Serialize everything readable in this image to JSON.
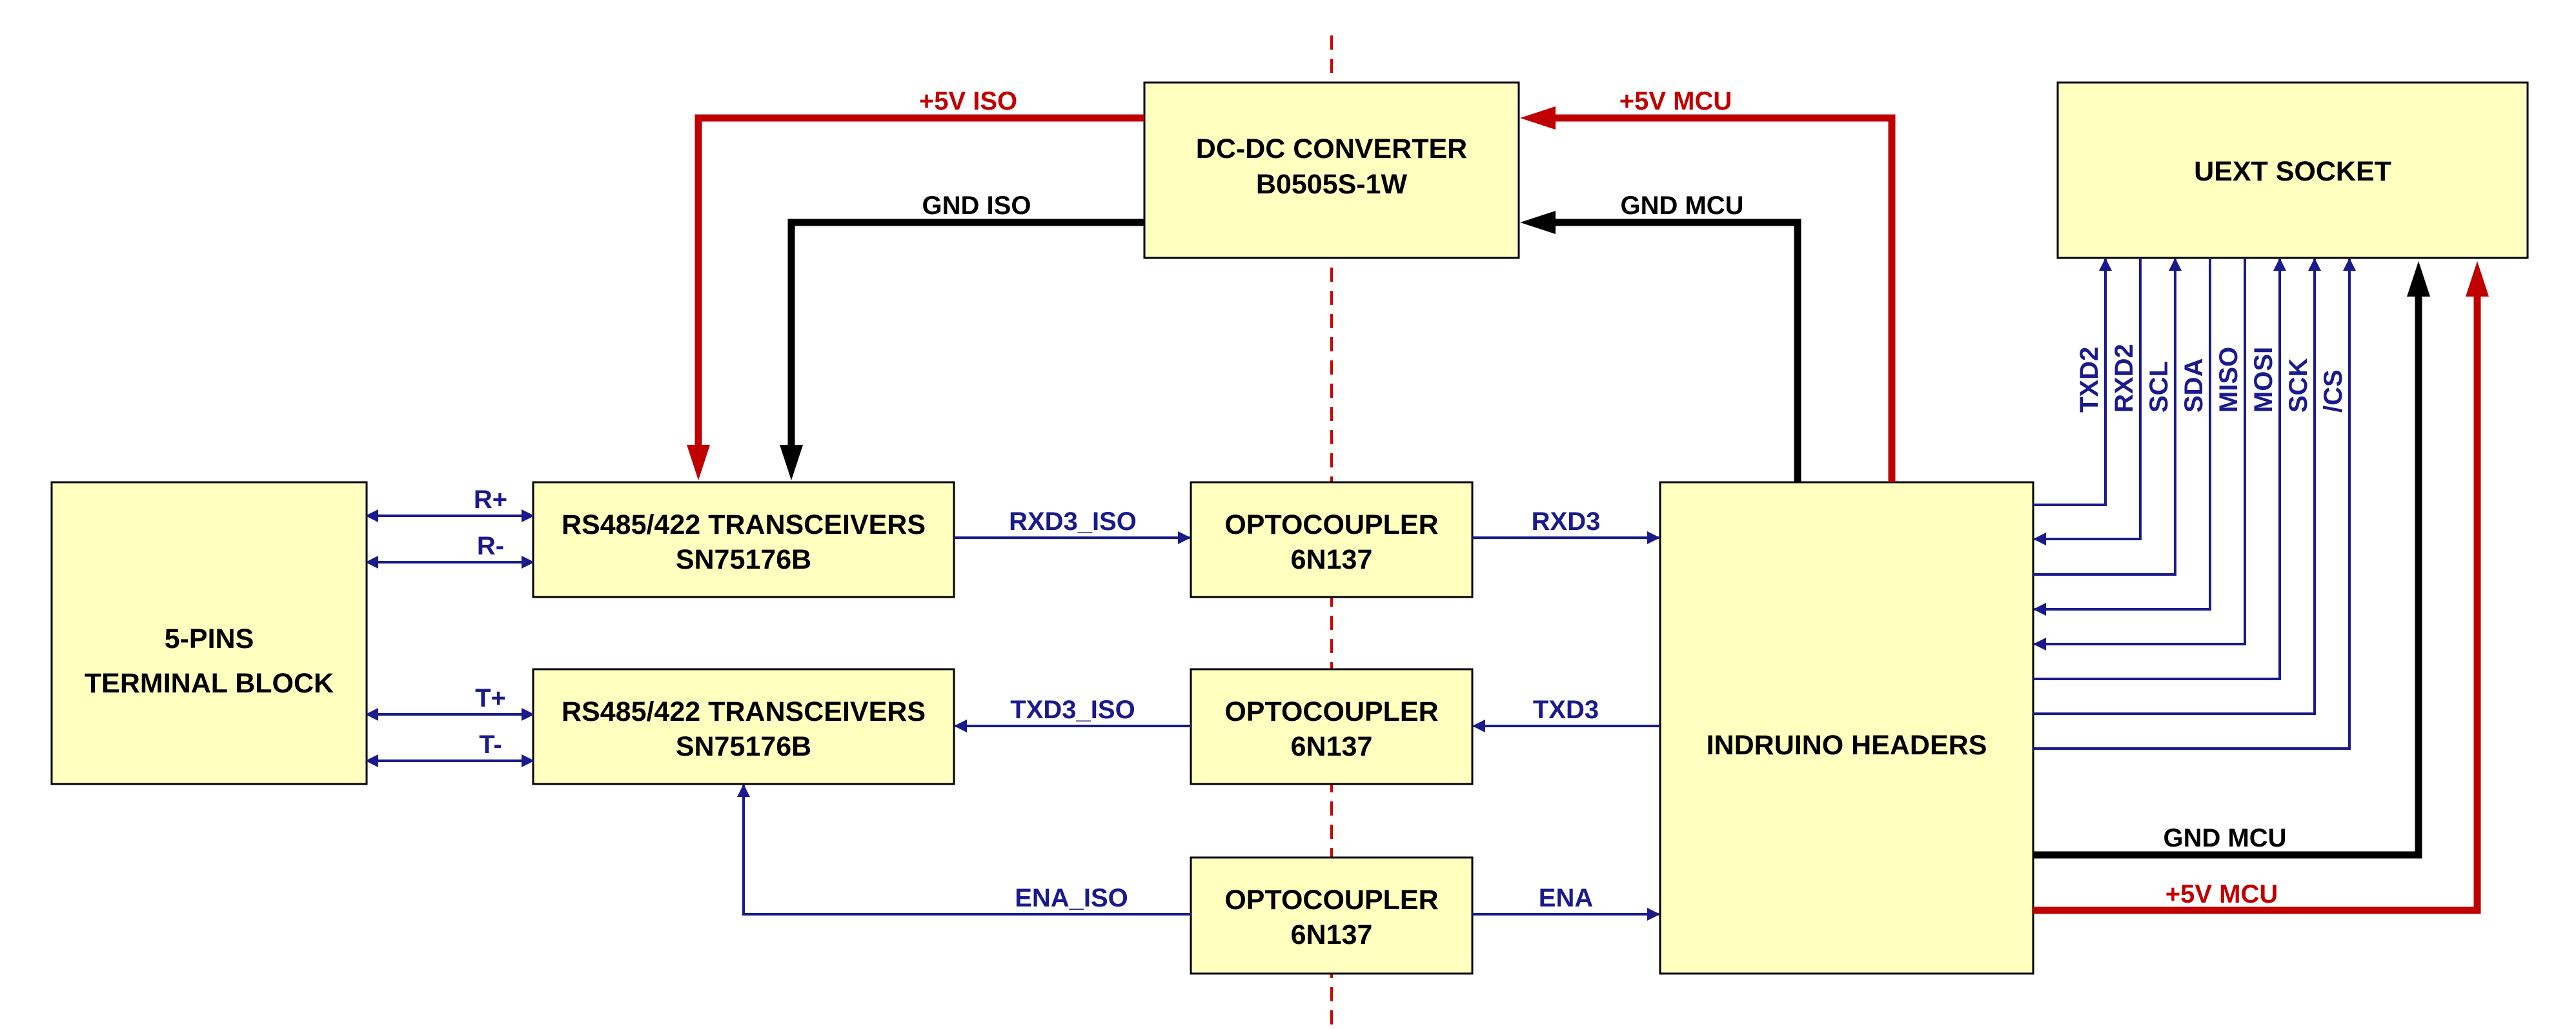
{
  "colors": {
    "signal": "#1a1a8c",
    "power_red": "#c00000",
    "ground_black": "#000000",
    "box_fill": "#ffffc0",
    "isolation_line": "#d00000"
  },
  "blocks": {
    "terminal_block": {
      "line1": "5-PINS",
      "line2": "TERMINAL BLOCK"
    },
    "transceiver_1": {
      "line1": "RS485/422 TRANSCEIVERS",
      "line2": "SN75176B"
    },
    "transceiver_2": {
      "line1": "RS485/422 TRANSCEIVERS",
      "line2": "SN75176B"
    },
    "dcdc": {
      "line1": "DC-DC CONVERTER",
      "line2": "B0505S-1W"
    },
    "opto_1": {
      "line1": "OPTOCOUPLER",
      "line2": "6N137"
    },
    "opto_2": {
      "line1": "OPTOCOUPLER",
      "line2": "6N137"
    },
    "opto_3": {
      "line1": "OPTOCOUPLER",
      "line2": "6N137"
    },
    "headers": {
      "line1": "INDRUINO HEADERS"
    },
    "uext": {
      "line1": "UEXT SOCKET"
    }
  },
  "labels": {
    "r_plus": "R+",
    "r_minus": "R-",
    "t_plus": "T+",
    "t_minus": "T-",
    "rxd3_iso": "RXD3_ISO",
    "txd3_iso": "TXD3_ISO",
    "ena_iso": "ENA_ISO",
    "rxd3": "RXD3",
    "txd3": "TXD3",
    "ena": "ENA",
    "v5_iso": "+5V  ISO",
    "gnd_iso": "GND  ISO",
    "v5_mcu_top": "+5V  MCU",
    "gnd_mcu_top": "GND  MCU",
    "gnd_mcu_bottom": "GND  MCU",
    "v5_mcu_bottom": "+5V  MCU",
    "uext_pins": [
      "TXD2",
      "RXD2",
      "SCL",
      "SDA",
      "MISO",
      "MOSI",
      "SCK",
      "/CS"
    ]
  }
}
